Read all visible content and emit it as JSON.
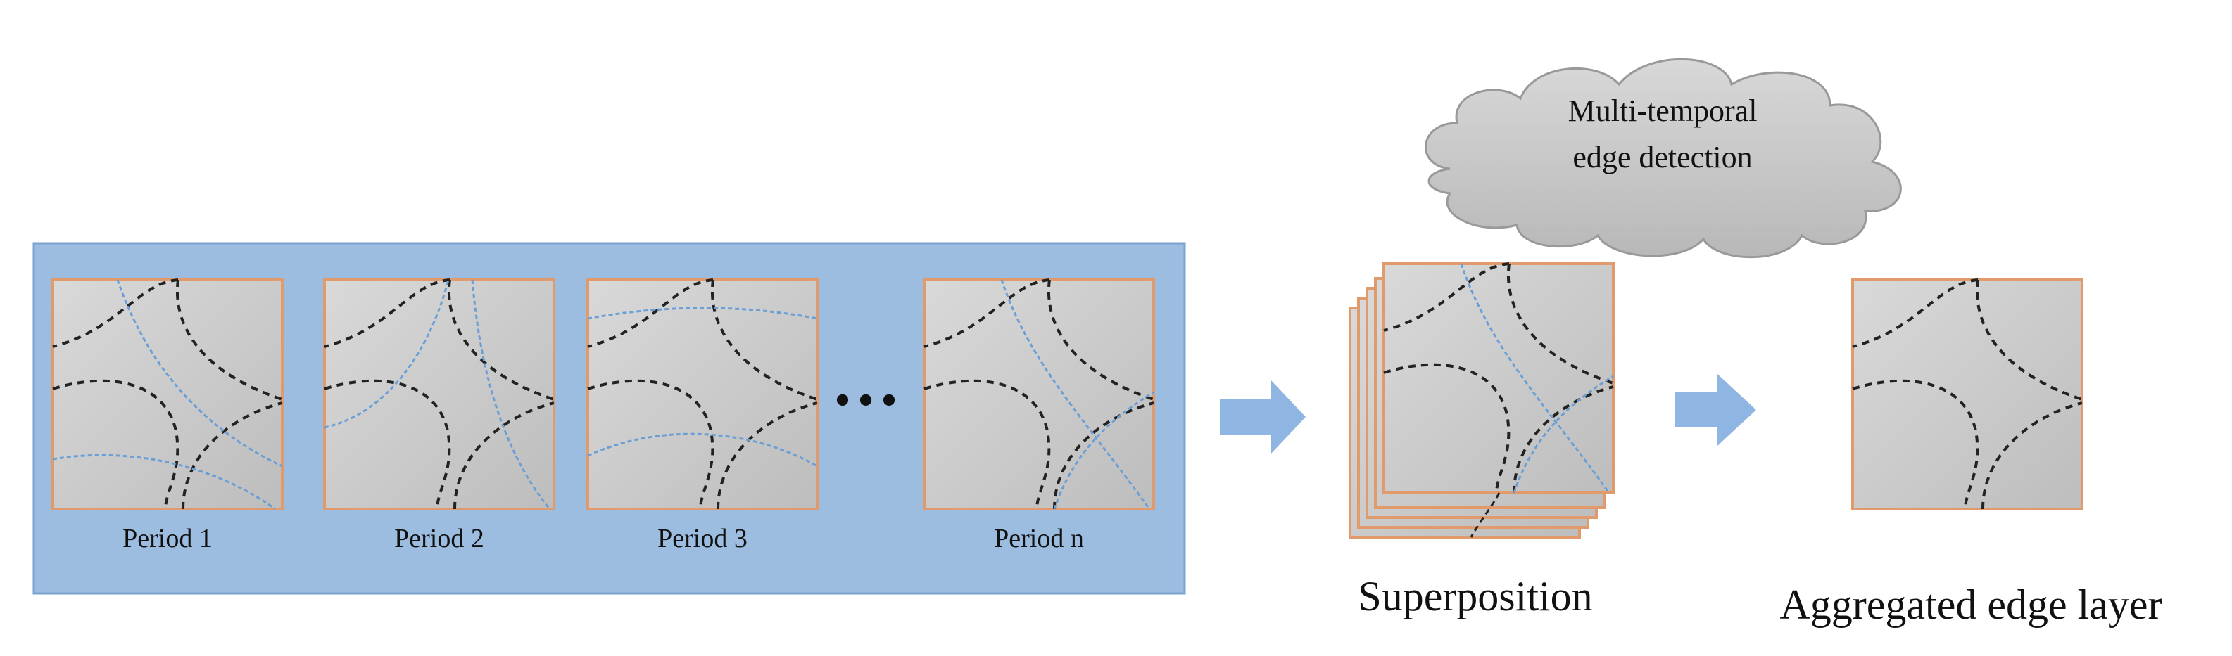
{
  "periods": [
    {
      "label": "Period 1"
    },
    {
      "label": "Period 2"
    },
    {
      "label": "Period 3"
    },
    {
      "label": "Period n"
    }
  ],
  "ellipsis": "•••",
  "cloud_text": {
    "line1": "Multi-temporal",
    "line2": "edge detection"
  },
  "superposition_label": "Superposition",
  "aggregated_label": "Aggregated edge layer",
  "colors": {
    "panel_bg": "#9dbde0",
    "panel_border": "#7aa3d0",
    "tile_fill": "#c9c9c9",
    "tile_border": "#e8a57c",
    "edge_black": "#222222",
    "edge_blue": "#6a9fd6",
    "arrow": "#8fb6e2",
    "cloud": "#c8c8c8"
  }
}
